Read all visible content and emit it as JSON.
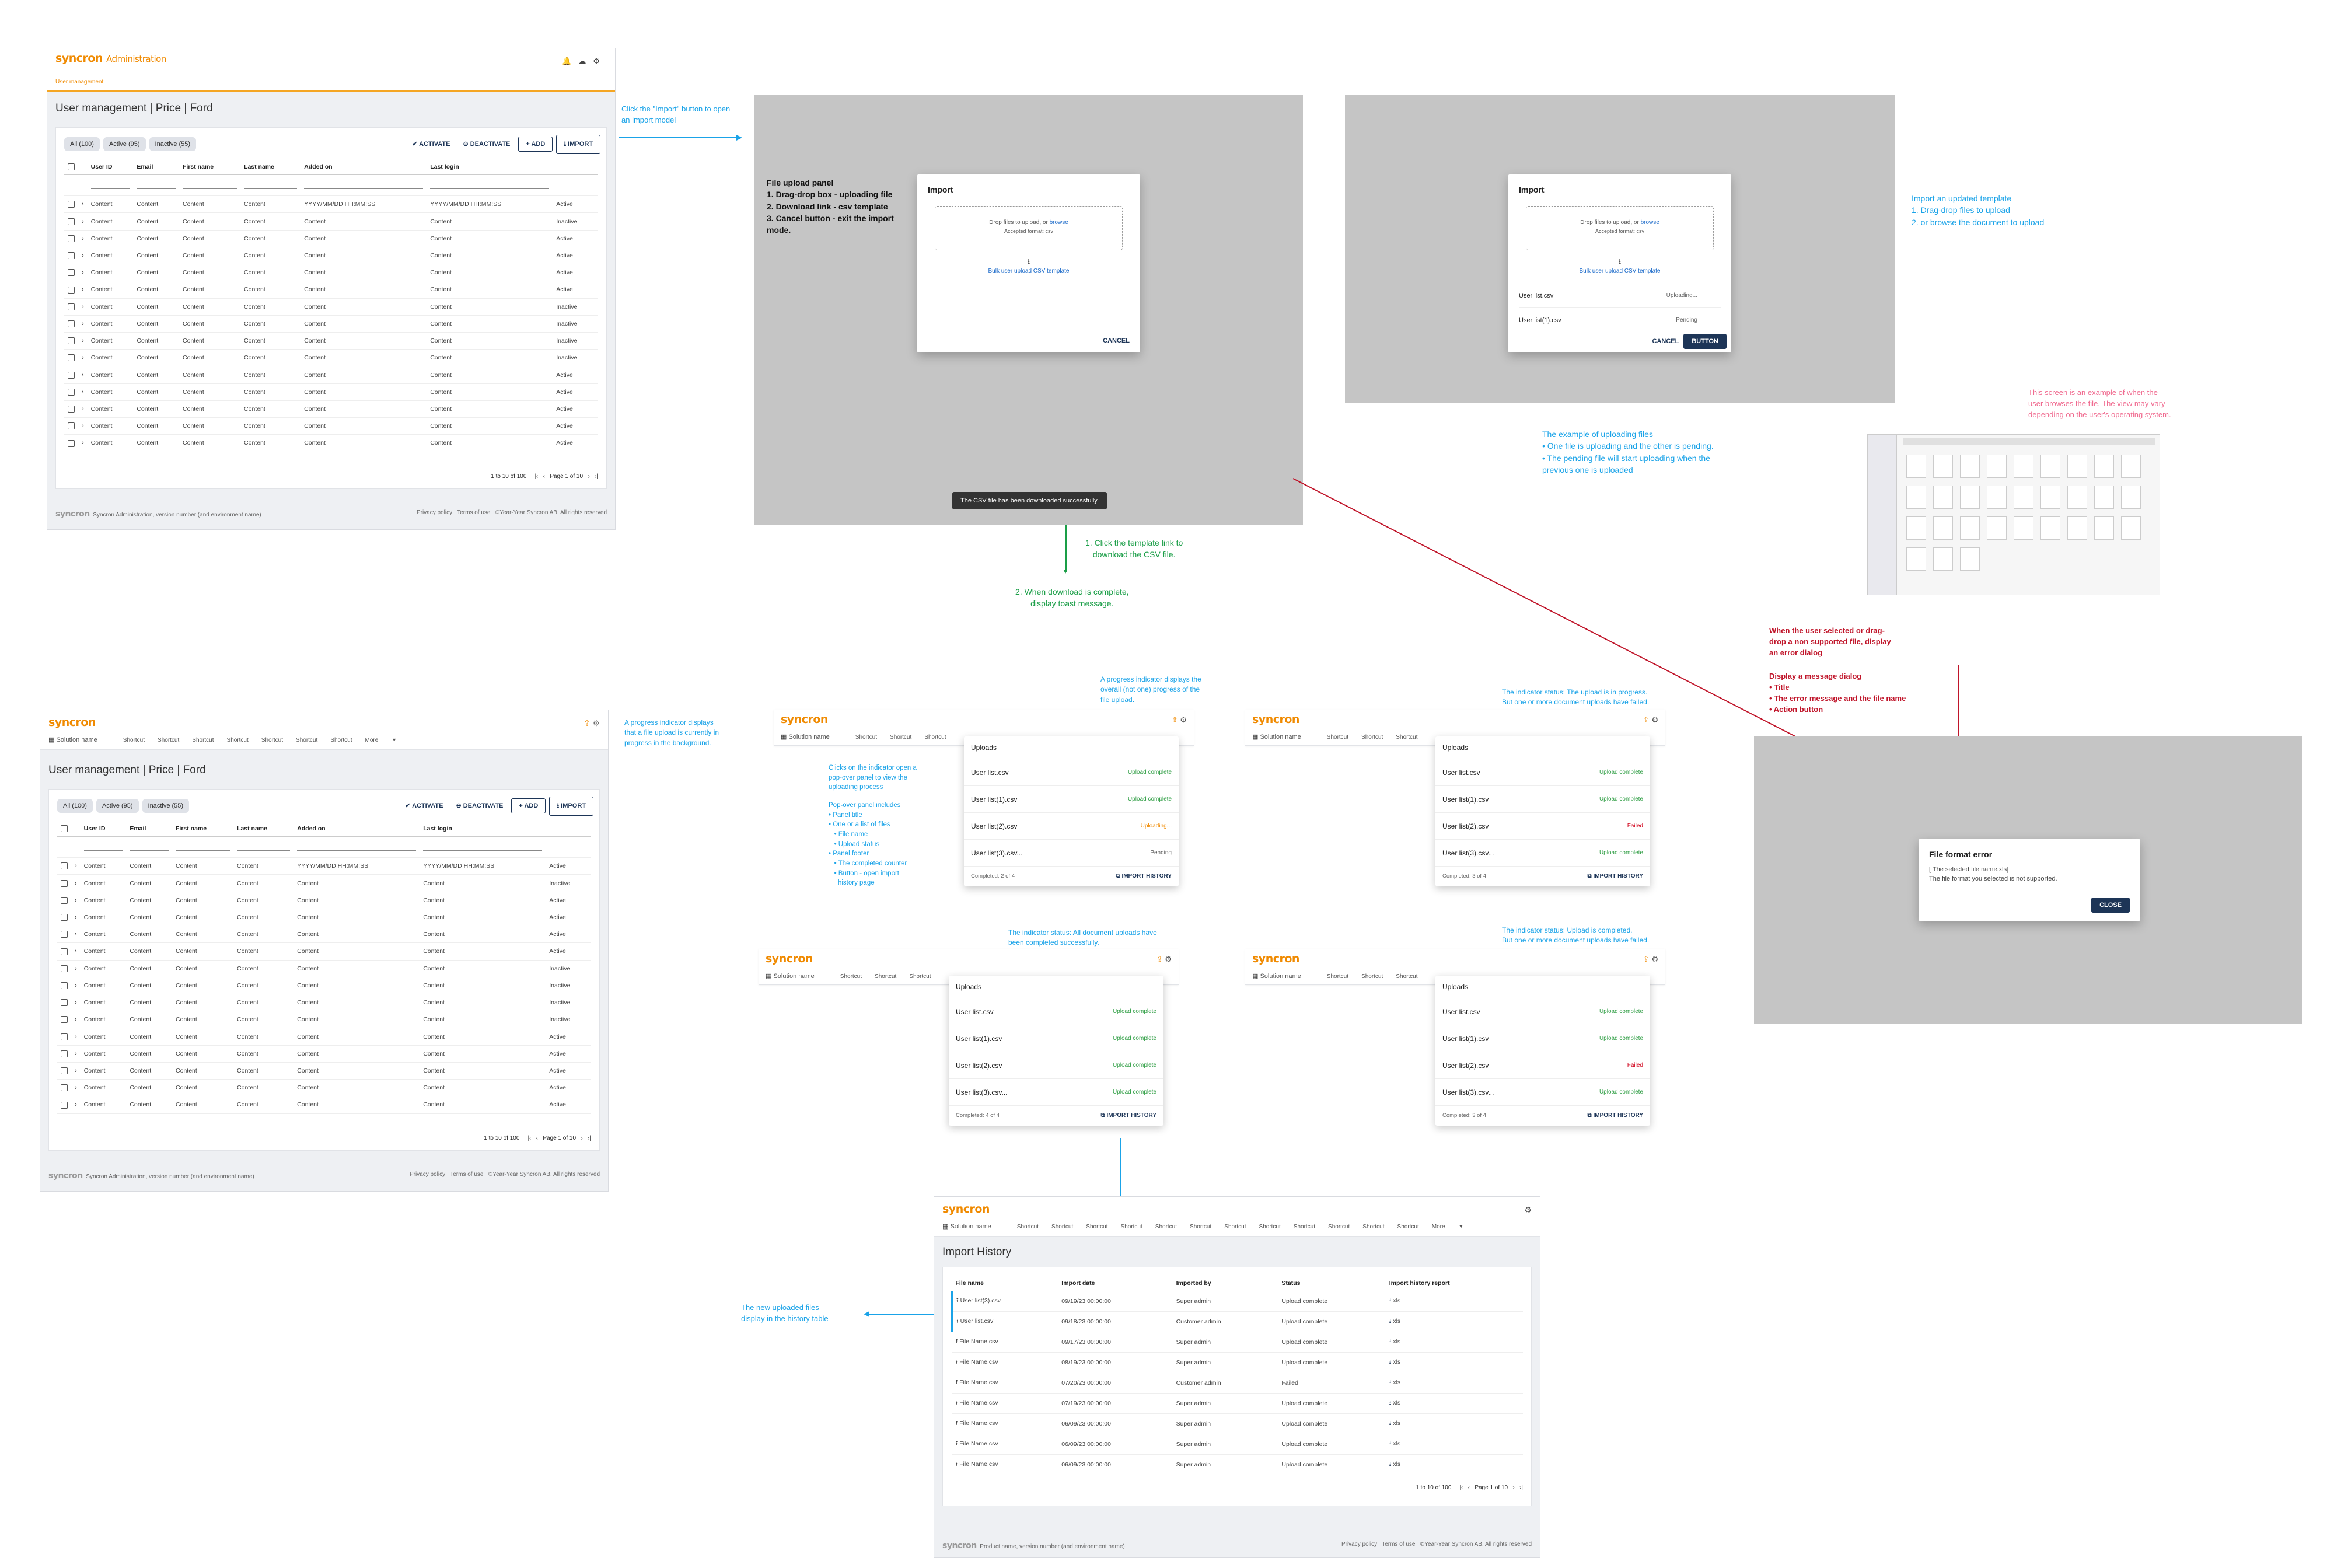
{
  "brand": {
    "logo": "syncron",
    "admin": "Administration"
  },
  "tab_user_mgmt": "User management",
  "page_title": "User management | Price | Ford",
  "filters": {
    "all": "All (100)",
    "active": "Active (95)",
    "inactive": "Inactive (55)"
  },
  "actions": {
    "activate": "ACTIVATE",
    "deactivate": "DEACTIVATE",
    "add": "ADD",
    "import": "IMPORT"
  },
  "columns": [
    "User ID",
    "Email",
    "First name",
    "Last name",
    "Added on",
    "Last login"
  ],
  "rows_top": [
    {
      "c": "Content",
      "added": "YYYY/MM/DD HH:MM:SS",
      "login": "YYYY/MM/DD HH:MM:SS",
      "status": "Active"
    },
    {
      "c": "Content",
      "added": "Content",
      "login": "Content",
      "status": "Inactive"
    },
    {
      "c": "Content",
      "added": "Content",
      "login": "Content",
      "status": "Active"
    },
    {
      "c": "Content",
      "added": "Content",
      "login": "Content",
      "status": "Active"
    },
    {
      "c": "Content",
      "added": "Content",
      "login": "Content",
      "status": "Active"
    },
    {
      "c": "Content",
      "added": "Content",
      "login": "Content",
      "status": "Active"
    },
    {
      "c": "Content",
      "added": "Content",
      "login": "Content",
      "status": "Inactive"
    },
    {
      "c": "Content",
      "added": "Content",
      "login": "Content",
      "status": "Inactive"
    },
    {
      "c": "Content",
      "added": "Content",
      "login": "Content",
      "status": "Inactive"
    },
    {
      "c": "Content",
      "added": "Content",
      "login": "Content",
      "status": "Inactive"
    },
    {
      "c": "Content",
      "added": "Content",
      "login": "Content",
      "status": "Active"
    },
    {
      "c": "Content",
      "added": "Content",
      "login": "Content",
      "status": "Active"
    },
    {
      "c": "Content",
      "added": "Content",
      "login": "Content",
      "status": "Active"
    },
    {
      "c": "Content",
      "added": "Content",
      "login": "Content",
      "status": "Active"
    },
    {
      "c": "Content",
      "added": "Content",
      "login": "Content",
      "status": "Active"
    }
  ],
  "pagination": {
    "range": "1 to 10 of 100",
    "page": "Page 1 of 10"
  },
  "footer": {
    "version": "Syncron Administration, version number (and environment name)",
    "privacy": "Privacy policy",
    "terms": "Terms of use",
    "copyright": "©Year-Year Syncron AB. All rights reserved",
    "product_version": "Product name, version number (and environment name)"
  },
  "nav": {
    "solution": "Solution name",
    "shortcut": "Shortcut",
    "more": "More"
  },
  "import_modal": {
    "title": "Import",
    "drop": "Drop files to upload, or",
    "browse": "browse",
    "accepted": "Accepted format: csv",
    "template_link": "Bulk user upload CSV template",
    "cancel": "CANCEL",
    "button": "BUTTON"
  },
  "upload_files": [
    {
      "name": "User list.csv",
      "status": "Uploading..."
    },
    {
      "name": "User list(1).csv",
      "status": "Pending"
    }
  ],
  "toast": "The CSV file has been downloaded successfully.",
  "notes": {
    "click_import": "Click the \"Import\" button to open an import model",
    "file_upload_panel": [
      "File upload panel",
      "1. Drag-drop box - uploading file",
      "2. Download link - csv template",
      "3. Cancel button - exit the import",
      "   mode."
    ],
    "import_updated": [
      "Import an updated template",
      "1. Drag-drop files to upload",
      "2. or browse the document to upload"
    ],
    "example_uploading": [
      "The example of uploading files",
      "• One file is uploading and the other is pending.",
      "• The pending file will start uploading when the",
      "  previous one is uploaded"
    ],
    "os_browse": [
      "This screen is an example of when the",
      "user browses the file. The view may vary",
      "depending on the user's operating system."
    ],
    "click_template": [
      "1. Click the template link to",
      "download the CSV file."
    ],
    "download_complete": [
      "2. When download is complete,",
      "display toast message."
    ],
    "unsupported": [
      "When the user selected or drag-",
      "drop a non supported file, display",
      "an error dialog"
    ],
    "message_dialog": [
      "Display a message dialog",
      "• Title",
      "• The error message and the file name",
      "• Action button"
    ],
    "progress_indicator": [
      "A progress indicator displays",
      "that a file upload is currently in",
      "progress in the background."
    ],
    "progress_overall": [
      "A progress indicator displays the",
      "overall (not one) progress of the",
      "file upload."
    ],
    "clicks_indicator": [
      "Clicks on the indicator open a",
      "pop-over panel to view the",
      "uploading process",
      "",
      "Pop-over panel includes",
      "• Panel title",
      "• One or a list of files",
      "   • File name",
      "   • Upload status",
      "• Panel footer",
      "   • The completed counter",
      "   • Button - open import",
      "     history page"
    ],
    "status_in_progress": [
      "The indicator status: The upload is in progress.",
      "But one or more document uploads have failed."
    ],
    "status_all_complete": [
      "The indicator status: All document uploads have",
      "been completed successfully."
    ],
    "status_completed_failed": [
      "The indicator status: Upload is completed.",
      "But one or more document uploads have failed."
    ],
    "new_uploaded": [
      "The new uploaded files",
      "display in the history table"
    ]
  },
  "uploads_panel": {
    "title": "Uploads",
    "history": "IMPORT HISTORY"
  },
  "panels": [
    {
      "files": [
        [
          "User list.csv",
          "Upload complete"
        ],
        [
          "User list(1).csv",
          "Upload complete"
        ],
        [
          "User list(2).csv",
          "Uploading..."
        ],
        [
          "User list(3).csv...",
          "Pending"
        ]
      ],
      "completed": "Completed: 2 of 4"
    },
    {
      "files": [
        [
          "User list.csv",
          "Upload complete"
        ],
        [
          "User list(1).csv",
          "Upload complete"
        ],
        [
          "User list(2).csv",
          "Failed"
        ],
        [
          "User list(3).csv...",
          "Upload complete"
        ]
      ],
      "completed": "Completed: 3 of 4"
    },
    {
      "files": [
        [
          "User list.csv",
          "Upload complete"
        ],
        [
          "User list(1).csv",
          "Upload complete"
        ],
        [
          "User list(2).csv",
          "Upload complete"
        ],
        [
          "User list(3).csv...",
          "Upload complete"
        ]
      ],
      "completed": "Completed: 4 of 4"
    },
    {
      "files": [
        [
          "User list.csv",
          "Upload complete"
        ],
        [
          "User list(1).csv",
          "Upload complete"
        ],
        [
          "User list(2).csv",
          "Failed"
        ],
        [
          "User list(3).csv...",
          "Upload complete"
        ]
      ],
      "completed": "Completed: 3 of 4"
    }
  ],
  "error_dialog": {
    "title": "File format error",
    "file": "[ The selected file name.xls]",
    "message": "The file format you selected is not supported.",
    "close": "CLOSE"
  },
  "history": {
    "title": "Import History",
    "columns": [
      "File name",
      "Import date",
      "Imported by",
      "Status",
      "Import history report"
    ],
    "rows": [
      [
        "User list(3).csv",
        "09/19/23 00:00:00",
        "Super admin",
        "Upload complete",
        "xls"
      ],
      [
        "User list.csv",
        "09/18/23 00:00:00",
        "Customer admin",
        "Upload complete",
        "xls"
      ],
      [
        "File Name.csv",
        "09/17/23 00:00:00",
        "Super admin",
        "Upload complete",
        "xls"
      ],
      [
        "File Name.csv",
        "08/19/23 00:00:00",
        "Super admin",
        "Upload complete",
        "xls"
      ],
      [
        "File Name.csv",
        "07/20/23 00:00:00",
        "Customer admin",
        "Failed",
        "xls"
      ],
      [
        "File Name.csv",
        "07/19/23 00:00:00",
        "Super admin",
        "Upload complete",
        "xls"
      ],
      [
        "File Name.csv",
        "06/09/23 00:00:00",
        "Super admin",
        "Upload complete",
        "xls"
      ],
      [
        "File Name.csv",
        "06/09/23 00:00:00",
        "Super admin",
        "Upload complete",
        "xls"
      ],
      [
        "File Name.csv",
        "06/09/23 00:00:00",
        "Super admin",
        "Upload complete",
        "xls"
      ]
    ]
  }
}
